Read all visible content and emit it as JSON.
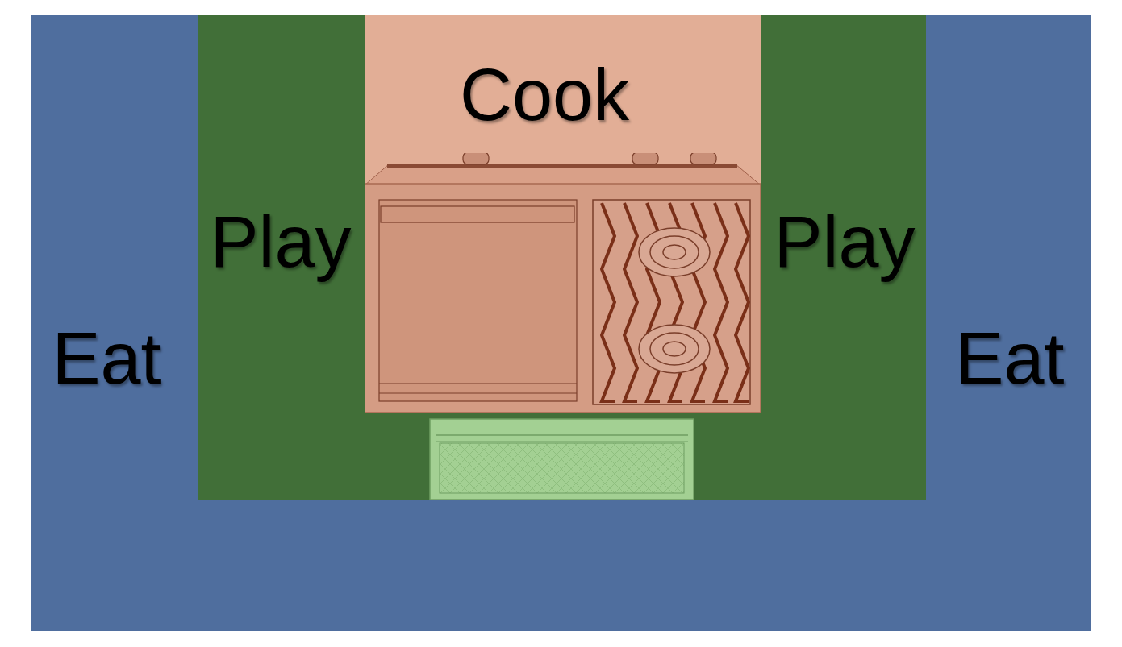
{
  "diagram": {
    "nodes": [
      {
        "text": [
          "Cook"
        ]
      },
      {
        "text": [
          "Play"
        ]
      },
      {
        "text": [
          "Play"
        ]
      },
      {
        "text": [
          "Eat"
        ]
      },
      {
        "text": [
          "Eat"
        ]
      }
    ]
  }
}
